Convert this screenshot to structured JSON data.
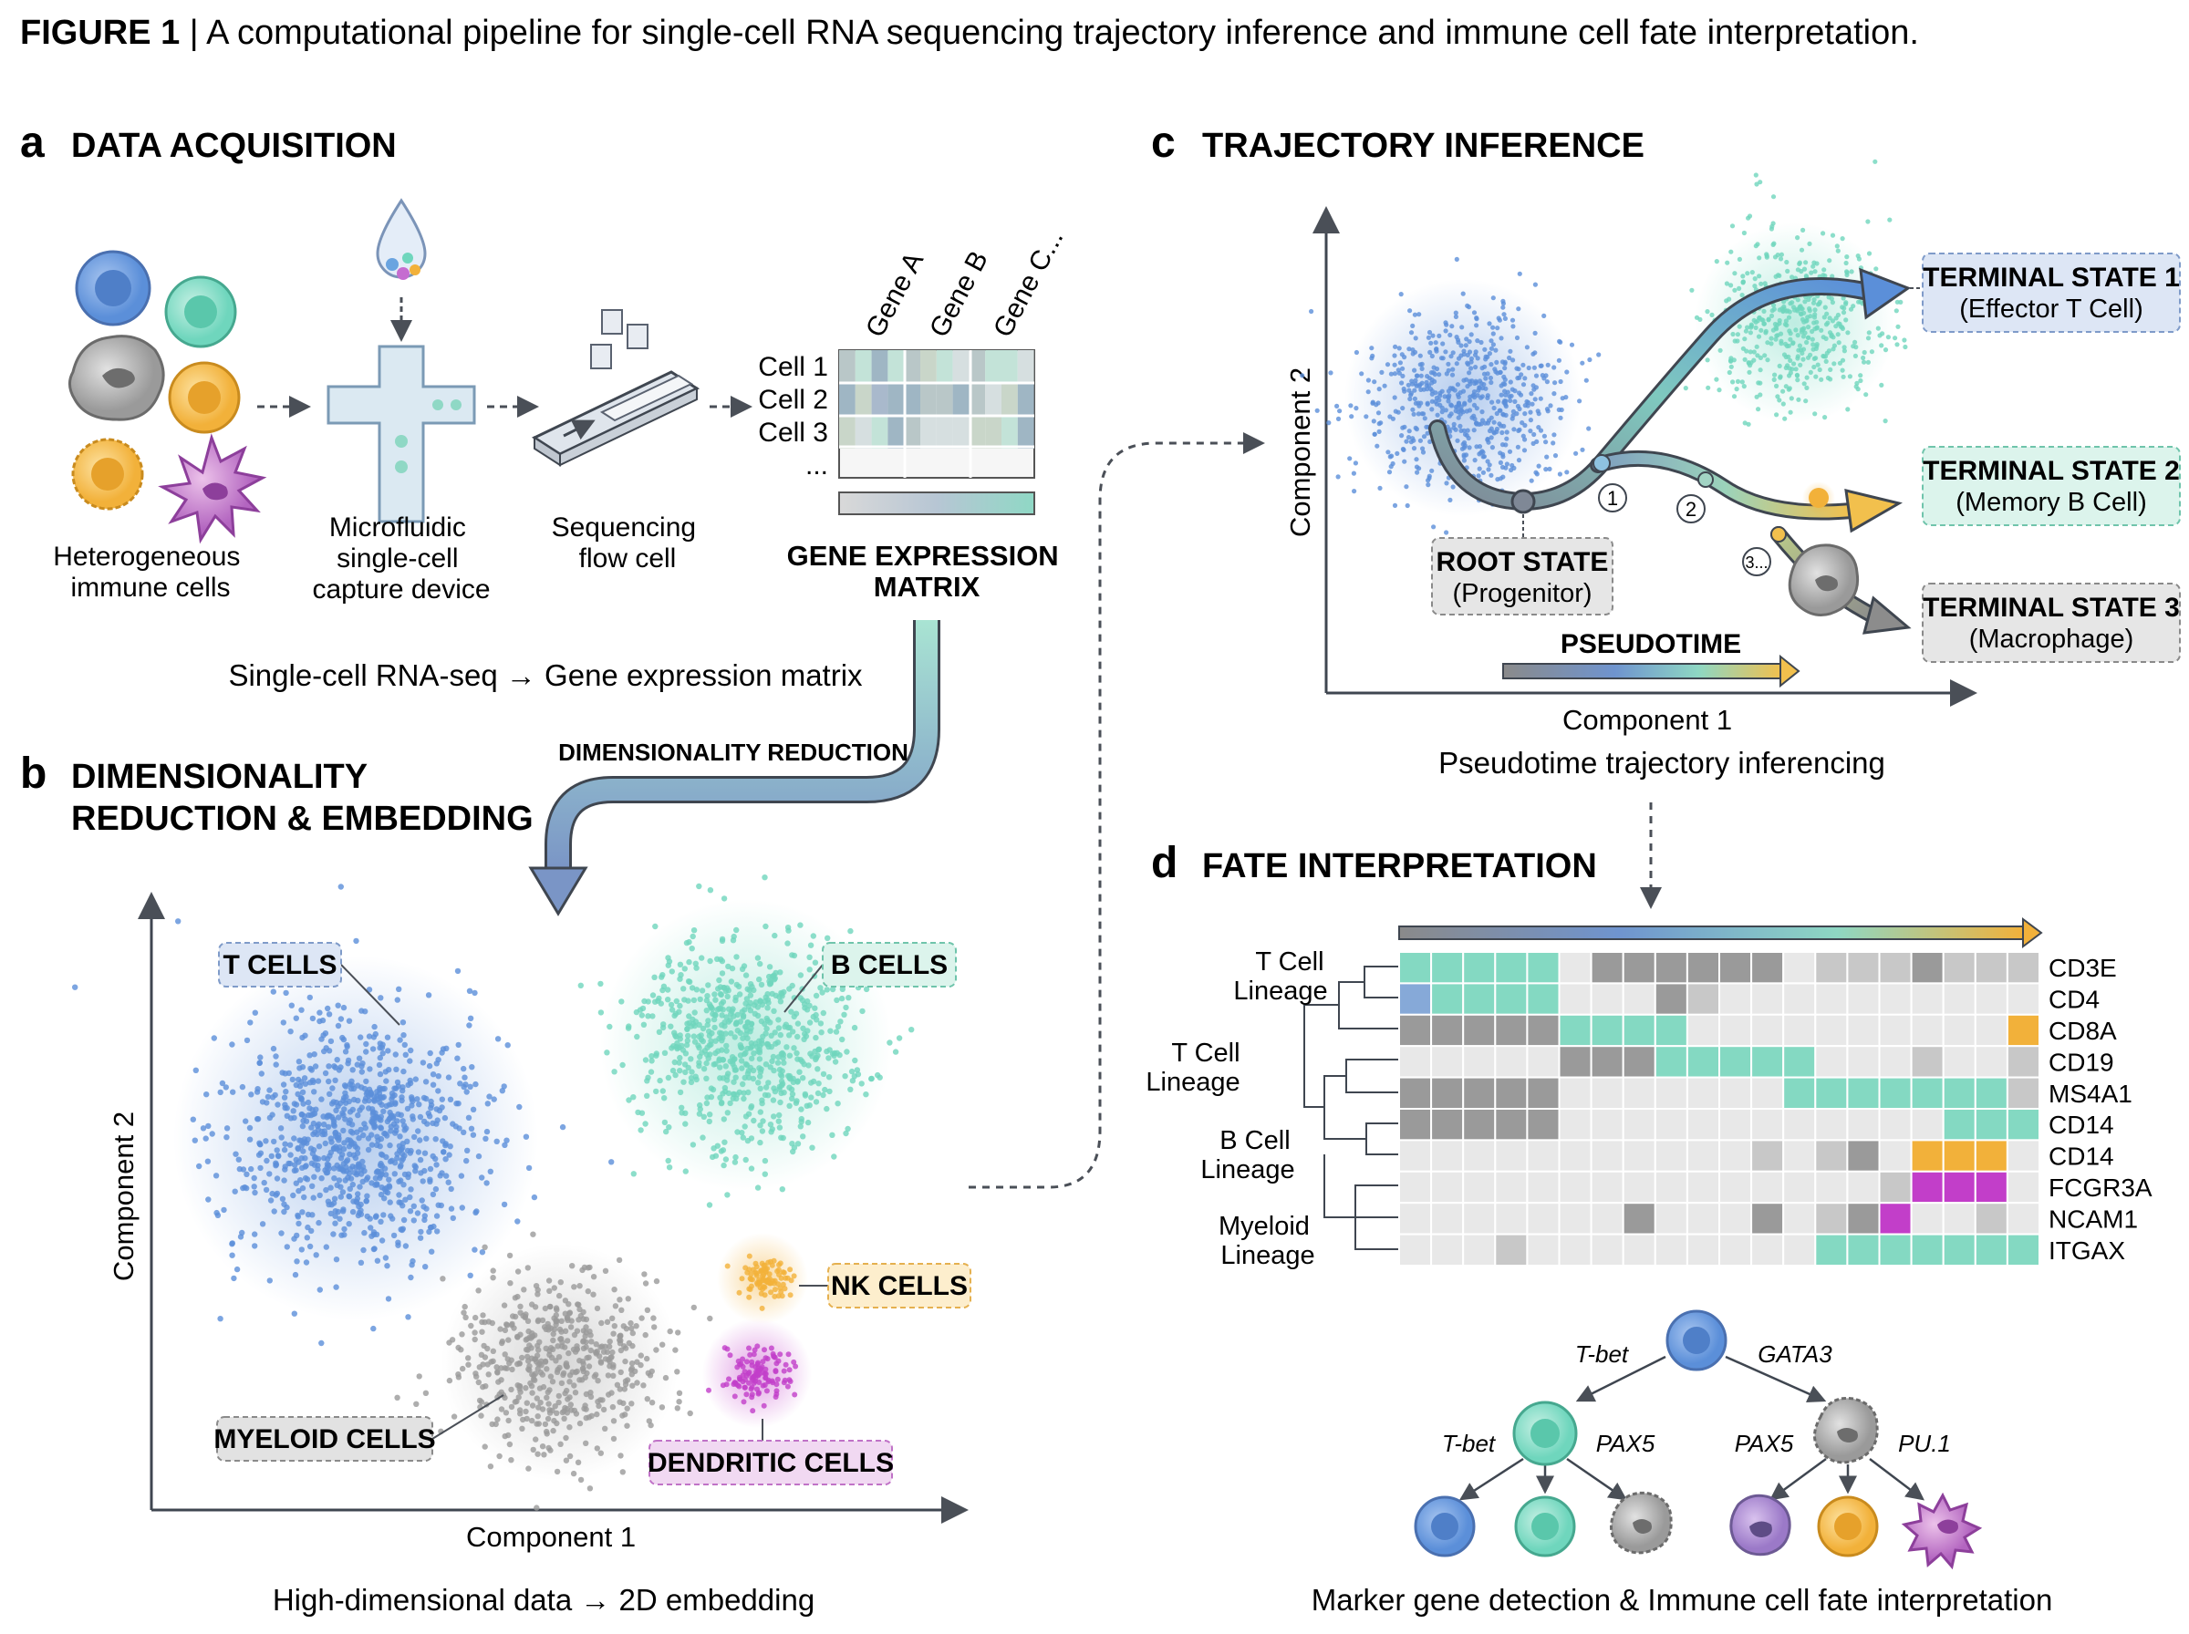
{
  "figure": {
    "label": "FIGURE 1",
    "separator": " | ",
    "caption": "A computational pipeline for single-cell RNA sequencing trajectory inference and immune cell fate interpretation."
  },
  "panel_a": {
    "letter": "a",
    "title": "DATA ACQUISITION",
    "cells_label": [
      "Heterogeneous",
      "immune cells"
    ],
    "device_label": [
      "Microfluidic",
      "single-cell",
      "capture device"
    ],
    "flowcell_label": [
      "Sequencing",
      "flow cell"
    ],
    "matrix_genes": [
      "Gene A",
      "Gene B",
      "Gene C..."
    ],
    "matrix_rows": [
      "Cell 1",
      "Cell 2",
      "Cell 3",
      "..."
    ],
    "matrix_title": [
      "GENE EXPRESSION",
      "MATRIX"
    ],
    "subcaption": "Single-cell RNA-seq → Gene expression matrix"
  },
  "panel_b": {
    "letter": "b",
    "title": [
      "DIMENSIONALITY",
      "REDUCTION & EMBEDDING"
    ],
    "arrow_label": "DIMENSIONALITY REDUCTION",
    "xlabel": "Component 1",
    "ylabel": "Component 2",
    "clusters": {
      "t": "T CELLS",
      "b": "B CELLS",
      "nk": "NK CELLS",
      "myeloid": "MYELOID CELLS",
      "dendritic": "DENDRITIC CELLS"
    },
    "subcaption": "High-dimensional data → 2D embedding"
  },
  "panel_c": {
    "letter": "c",
    "title": "TRAJECTORY INFERENCE",
    "xlabel": "Component 1",
    "ylabel": "Component 2",
    "root": [
      "ROOT STATE",
      "(Progenitor)"
    ],
    "terminal1": [
      "TERMINAL STATE 1",
      "(Effector T Cell)"
    ],
    "terminal2": [
      "TERMINAL STATE 2",
      "(Memory B Cell)"
    ],
    "terminal3": [
      "TERMINAL STATE 3",
      "(Macrophage)"
    ],
    "branch_points": [
      "1",
      "2",
      "3..."
    ],
    "pseudotime": "PSEUDOTIME",
    "subcaption": "Pseudotime trajectory inferencing"
  },
  "panel_d": {
    "letter": "d",
    "title": "FATE INTERPRETATION",
    "lineages": [
      [
        "T Cell",
        "Lineage"
      ],
      [
        "T Cell",
        "Lineage"
      ],
      [
        "B Cell",
        "Lineage"
      ],
      [
        "Myeloid",
        "Lineage"
      ]
    ],
    "genes": [
      "CD3E",
      "CD4",
      "CD8A",
      "CD19",
      "MS4A1",
      "CD14",
      "CD14",
      "FCGR3A",
      "NCAM1",
      "ITGAX"
    ],
    "tree_labels": {
      "left": "T-bet",
      "right": "GATA3",
      "ll": "T-bet",
      "lr": "PAX5",
      "rl": "PAX5",
      "rr": "PU.1"
    },
    "subcaption": "Marker gene detection & Immune cell fate interpretation"
  },
  "colors": {
    "blue": "#5b8fd9",
    "teal": "#6fd6bd",
    "grey": "#9a9a9a",
    "orange": "#f2b13a",
    "magenta": "#c23ec9",
    "dark": "#4a4f57"
  }
}
